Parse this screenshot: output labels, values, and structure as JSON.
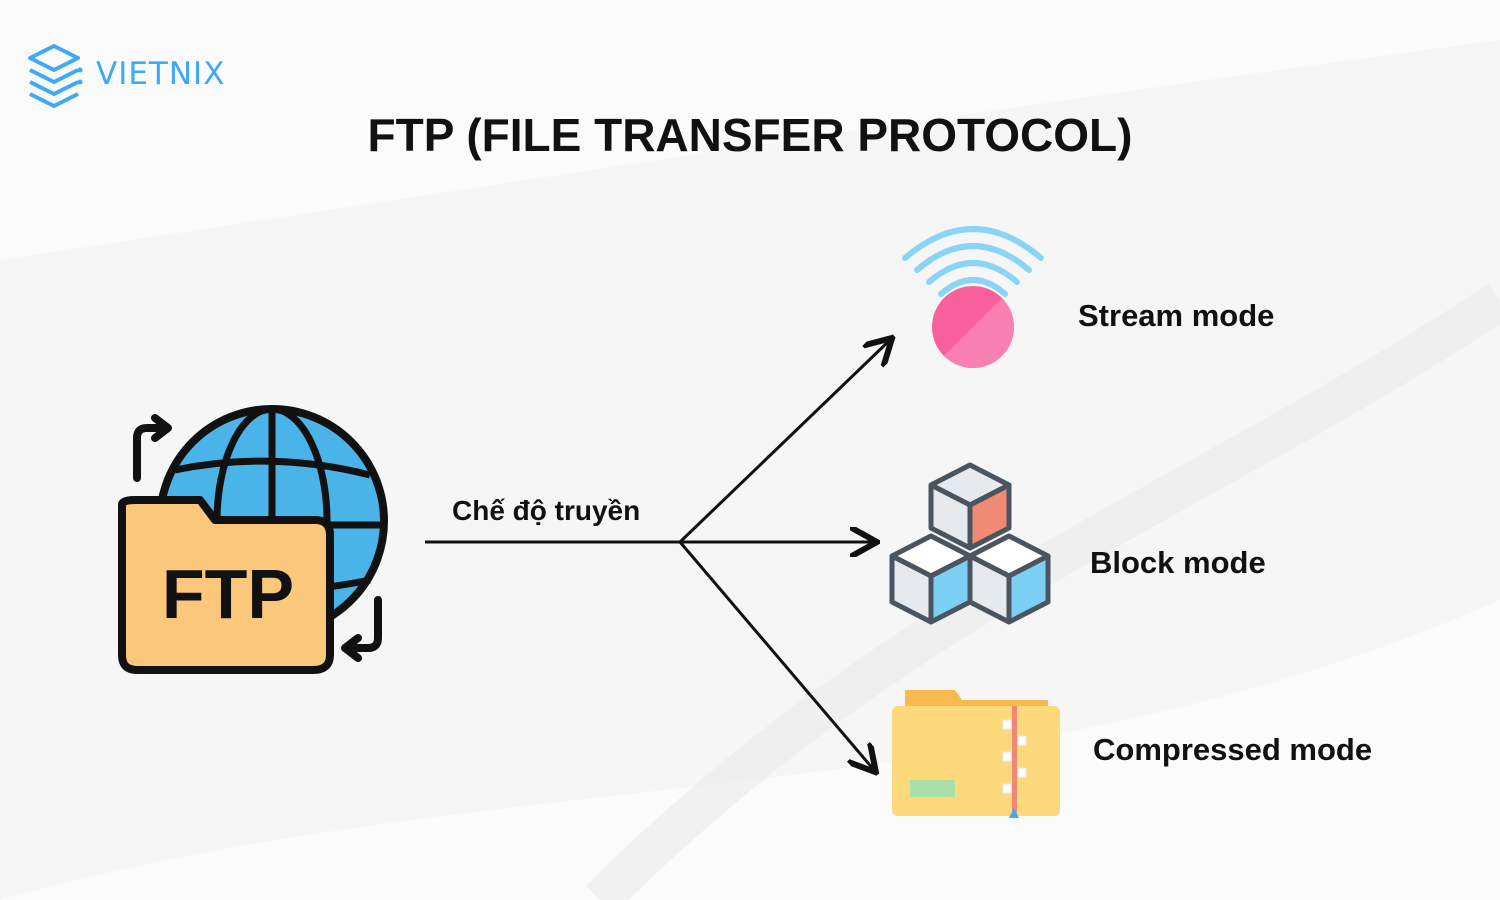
{
  "brand": {
    "name": "VIETNIX",
    "color": "#3fa9f5"
  },
  "title": "FTP (FILE TRANSFER PROTOCOL)",
  "source": {
    "icon_text": "FTP",
    "icon": "ftp-globe-folder-icon"
  },
  "edge_label": "Chế độ truyền",
  "modes": [
    {
      "label": "Stream mode",
      "icon": "stream-signal-icon"
    },
    {
      "label": "Block mode",
      "icon": "blocks-cubes-icon"
    },
    {
      "label": "Compressed mode",
      "icon": "zip-folder-icon"
    }
  ],
  "colors": {
    "globe": "#4ab3e8",
    "folder": "#fbc77a",
    "stream_dot": "#f95f9b",
    "signal": "#8ad4f8",
    "cube_accent": "#f08a75",
    "cube_blue": "#7cd0f5",
    "zip_folder": "#fcd97a"
  }
}
